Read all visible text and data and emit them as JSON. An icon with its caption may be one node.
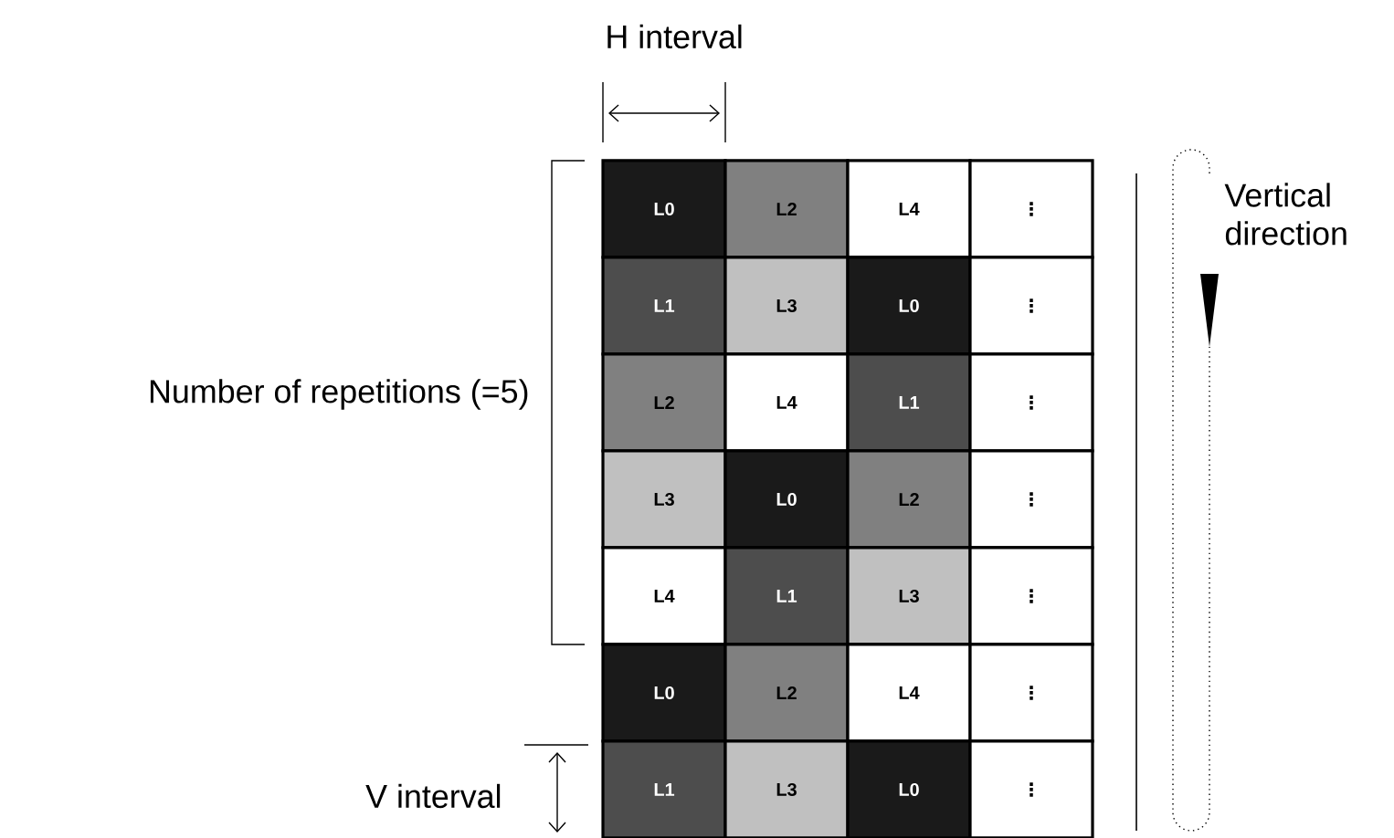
{
  "diagram": {
    "nodes": [
      {
        "text": [
          "L0"
        ]
      },
      {
        "text": [
          "L2"
        ]
      },
      {
        "text": [
          "L4"
        ]
      },
      {
        "text": [
          "⋮"
        ]
      },
      {
        "text": [
          "L1"
        ]
      },
      {
        "text": [
          "L3"
        ]
      },
      {
        "text": [
          "L0"
        ]
      },
      {
        "text": [
          "⋮"
        ]
      },
      {
        "text": [
          "L2"
        ]
      },
      {
        "text": [
          "L4"
        ]
      },
      {
        "text": [
          "L1"
        ]
      },
      {
        "text": [
          "⋮"
        ]
      },
      {
        "text": [
          "L3"
        ]
      },
      {
        "text": [
          "L0"
        ]
      },
      {
        "text": [
          "L2"
        ]
      },
      {
        "text": [
          "⋮"
        ]
      },
      {
        "text": [
          "L4"
        ]
      },
      {
        "text": [
          "L1"
        ]
      },
      {
        "text": [
          "L3"
        ]
      },
      {
        "text": [
          "⋮"
        ]
      },
      {
        "text": [
          "L0"
        ]
      },
      {
        "text": [
          "L2"
        ]
      },
      {
        "text": [
          "L4"
        ]
      },
      {
        "text": [
          "⋮"
        ]
      },
      {
        "text": [
          "L1"
        ]
      },
      {
        "text": [
          "L3"
        ]
      },
      {
        "text": [
          "L0"
        ]
      },
      {
        "text": [
          "⋮"
        ]
      }
    ],
    "labels": [
      "H interval",
      "Number of repetitions (=5)",
      "V interval",
      "Vertical direction"
    ]
  }
}
